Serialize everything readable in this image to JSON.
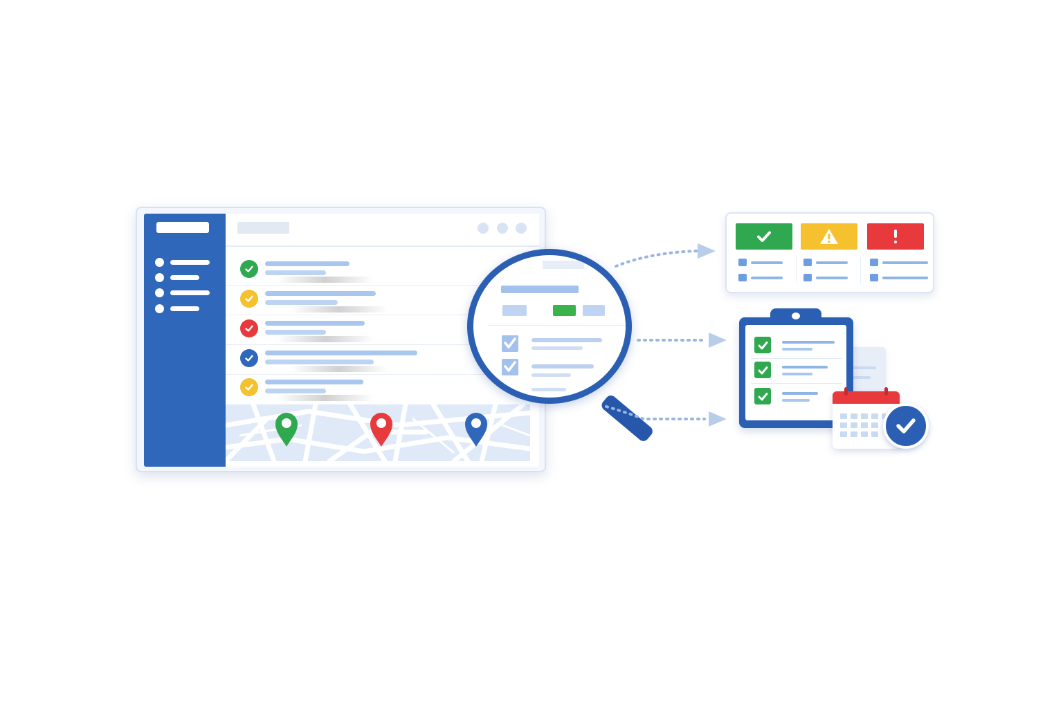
{
  "colors": {
    "primary_blue": "#2f67bb",
    "success_green": "#2fa84f",
    "warning_yellow": "#f5c12e",
    "error_red": "#e8393d",
    "light_blue": "#a9c6ee"
  },
  "main_window": {
    "sidebar_items": [
      {
        "icon": "menu-dot-icon"
      },
      {
        "icon": "menu-dot-icon"
      },
      {
        "icon": "menu-dot-icon"
      },
      {
        "icon": "menu-dot-icon"
      }
    ],
    "list_rows": [
      {
        "status": "success",
        "icon": "check-icon",
        "color": "#2fa84f"
      },
      {
        "status": "pending",
        "icon": "check-icon",
        "color": "#f5c12e"
      },
      {
        "status": "error",
        "icon": "check-icon",
        "color": "#e8393d"
      },
      {
        "status": "info",
        "icon": "check-icon",
        "color": "#2f67bb"
      },
      {
        "status": "pending",
        "icon": "check-icon",
        "color": "#f5c12e"
      }
    ],
    "map_pins": [
      {
        "icon": "location-pin-icon",
        "color": "#2fa84f"
      },
      {
        "icon": "location-pin-icon",
        "color": "#e8393d"
      },
      {
        "icon": "location-pin-icon",
        "color": "#2f67bb"
      }
    ]
  },
  "magnifier": {
    "icon": "magnifying-glass-icon"
  },
  "status_card": {
    "tiles": [
      {
        "kind": "success",
        "icon": "checkmark-icon",
        "color": "#2fa84f"
      },
      {
        "kind": "warning",
        "icon": "warning-triangle-icon",
        "color": "#f5c12e"
      },
      {
        "kind": "error",
        "icon": "exclamation-icon",
        "color": "#e8393d"
      }
    ]
  },
  "checklist": {
    "icon": "clipboard-icon",
    "items": [
      {
        "checked": true
      },
      {
        "checked": true
      },
      {
        "checked": true
      }
    ]
  },
  "calendar": {
    "icon": "calendar-icon",
    "badge_icon": "checkmark-circle-icon"
  }
}
